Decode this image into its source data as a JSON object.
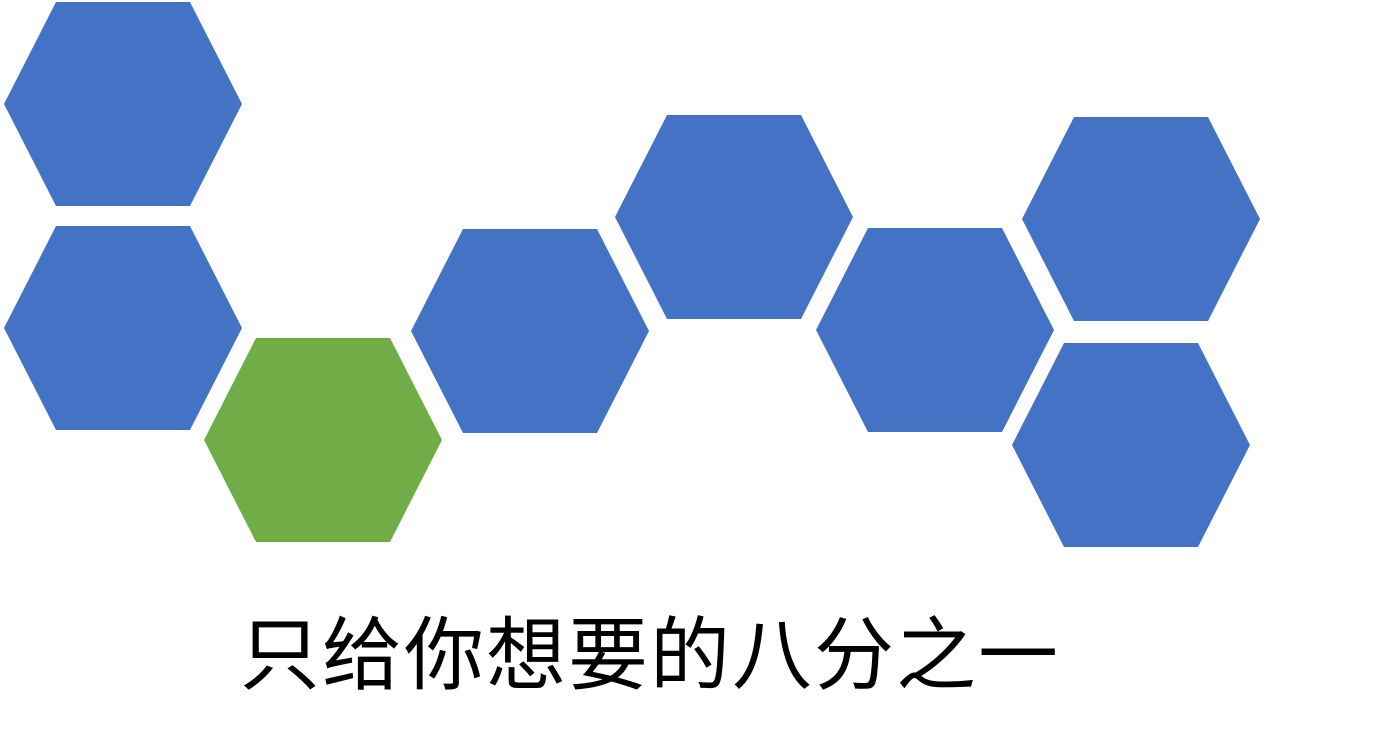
{
  "caption": "只给你想要的八分之一",
  "colors": {
    "blue": "#4472C4",
    "green": "#70AD47",
    "background": "#FFFFFF",
    "text": "#000000"
  },
  "hexagons": [
    {
      "fill": "blue"
    },
    {
      "fill": "blue"
    },
    {
      "fill": "green"
    },
    {
      "fill": "blue"
    },
    {
      "fill": "blue"
    },
    {
      "fill": "blue"
    },
    {
      "fill": "blue"
    },
    {
      "fill": "blue"
    }
  ]
}
